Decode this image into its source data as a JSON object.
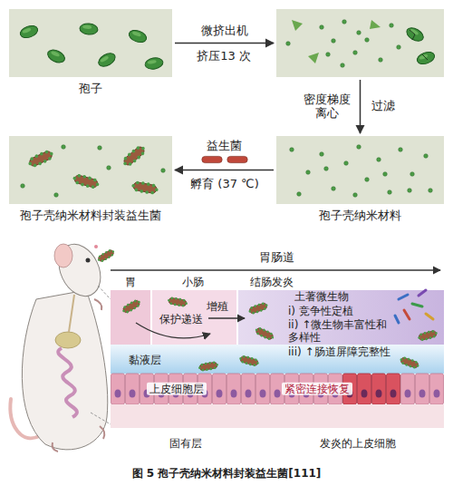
{
  "diagram": {
    "caption": "图 5 孢子壳纳米材料封装益生菌[111]",
    "nodes": [
      {
        "text": [
          "孢子"
        ]
      },
      {
        "text": []
      },
      {
        "text": [
          "孢子壳纳米材料封装益生菌"
        ]
      },
      {
        "text": [
          "孢子壳纳米材料"
        ]
      }
    ],
    "edges": [
      {
        "from": 0,
        "to": 1,
        "arrow": "to",
        "label": "微挤出机"
      },
      {
        "from": 1,
        "to": 3,
        "arrow": "to",
        "label": "密度梯度 离心"
      },
      {
        "from": 3,
        "to": 2,
        "arrow": "to",
        "label": "益生菌"
      }
    ],
    "labels": [
      "挤压13 次",
      "过滤",
      "孵育 (37 ℃)",
      "胃肠道",
      "胃",
      "小肠",
      "结肠发炎",
      "保护递送",
      "增殖",
      "土著微生物",
      "i) 竞争性定植",
      "ii) ↑微生物丰富性和 多样性",
      "iii) ↑肠道屏障完整性",
      "黏液层",
      "上皮细胞层",
      "紧密连接恢复",
      "固有层",
      "发炎的上皮细胞"
    ]
  }
}
